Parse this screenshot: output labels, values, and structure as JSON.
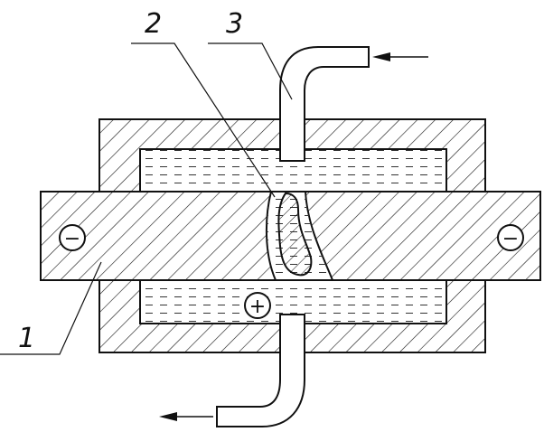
{
  "callouts": [
    {
      "id": "1",
      "label": "1"
    },
    {
      "id": "2",
      "label": "2"
    },
    {
      "id": "3",
      "label": "3"
    }
  ],
  "signs": {
    "left_electrode": "−",
    "right_electrode": "−",
    "center_electrode": "+"
  },
  "colors": {
    "line": "#111111",
    "hatch": "#111111",
    "liquid_dash": "#333333",
    "background": "#ffffff"
  }
}
